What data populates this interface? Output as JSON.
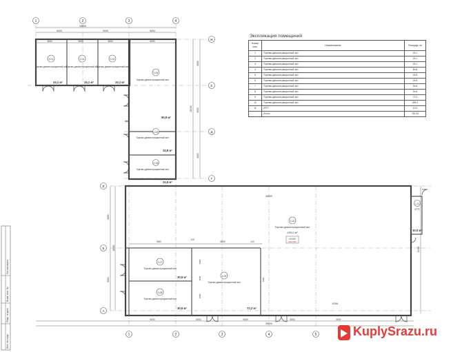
{
  "axes": {
    "vertical": [
      "1",
      "2",
      "3",
      "4",
      "5"
    ],
    "horizontal": [
      "Ж",
      "Е",
      "Д",
      "Г",
      "В",
      "Б",
      "А"
    ]
  },
  "dimensions": {
    "top_total": "18000",
    "top_parts": [
      "6000",
      "6000",
      "6000"
    ],
    "top_small": [
      "3000",
      "3000",
      "3000",
      "6200"
    ],
    "right_total": "18190",
    "right_parts": [
      "6000",
      "6000",
      "6000"
    ],
    "bottom_total": "36000",
    "bottom_parts": [
      "6000",
      "6000",
      "6000",
      "6000",
      "6000"
    ],
    "main_width": "36000",
    "left_parts": [
      "6000",
      "6000"
    ],
    "left_total": "16900",
    "inner_row": [
      "7680",
      "120",
      "6000",
      "120"
    ],
    "right_side": "14300",
    "corridor": "19364",
    "small": [
      "3800",
      "2980",
      "2980",
      "2880"
    ]
  },
  "rooms": [
    {
      "num": "1.01",
      "name": "Торгово-демонстрационный зал",
      "area": "24,1 м²"
    },
    {
      "num": "1.02",
      "name": "Торгово-демонстрационный зал",
      "area": "24,1 м²"
    },
    {
      "num": "1.03",
      "name": "Торгово-демонстрационный зал",
      "area": "24,1 м²"
    },
    {
      "num": "1.04",
      "name": "Торгово-демонстрационный зал",
      "area": "80,8 м²"
    },
    {
      "num": "1.05",
      "name": "Торгово-демонстрационный зал",
      "area": "24,8 м²"
    },
    {
      "num": "1.06",
      "name": "Торгово-демонстрационный зал",
      "area": "24,8 м²"
    },
    {
      "num": "1.07",
      "name": "Торгово-демонстрационный зал",
      "area": "30,6 м²"
    },
    {
      "num": "1.08",
      "name": "Торгово-демонстрационный зал",
      "area": "30,6 м²"
    },
    {
      "num": "1.09",
      "name": "Торгово-демонстрационный зал",
      "area": "72,2 м²"
    },
    {
      "num": "1.10",
      "name": "Торгово-демонстрационный зал",
      "area": "499,2 м²"
    },
    {
      "num": "1.11",
      "name": "ИТП",
      "area": "10,0 м²"
    }
  ],
  "level_mark": {
    "value": "±0,000",
    "abs": "(250,000)"
  },
  "explication": {
    "title": "Экспликация помещений",
    "headers": [
      "Номер пом.",
      "Наименование",
      "Площадь, м²"
    ],
    "rows": [
      [
        "1",
        "Торгово-демонстрационный зал",
        "24.1"
      ],
      [
        "2",
        "Торгово-демонстрационный зал",
        "24.1"
      ],
      [
        "3",
        "Торгово-демонстрационный зал",
        "24.1"
      ],
      [
        "4",
        "Торгово-демонстрационный зал",
        "80.8"
      ],
      [
        "5",
        "Торгово-демонстрационный зал",
        "24.8"
      ],
      [
        "6",
        "Торгово-демонстрационный зал",
        "24.8"
      ],
      [
        "7",
        "Торгово-демонстрационный зал",
        "30.6"
      ],
      [
        "8",
        "Торгово-демонстрационный зал",
        "30.6"
      ],
      [
        "9",
        "Торгово-демонстрационный зал",
        "72.2"
      ],
      [
        "10",
        "Торгово-демонстрационный зал",
        "499.2"
      ],
      [
        "11",
        "ИТП",
        "10.0"
      ]
    ],
    "total_label": "Итого:",
    "total_value": "781.00"
  },
  "stamp": {
    "labels": [
      "Инв. № подл.",
      "Подп. и дата",
      "Взам. инв. №",
      "Согласовано"
    ]
  },
  "watermark": {
    "text": "KuplуSrazu.ru",
    "color": "#e53935"
  }
}
